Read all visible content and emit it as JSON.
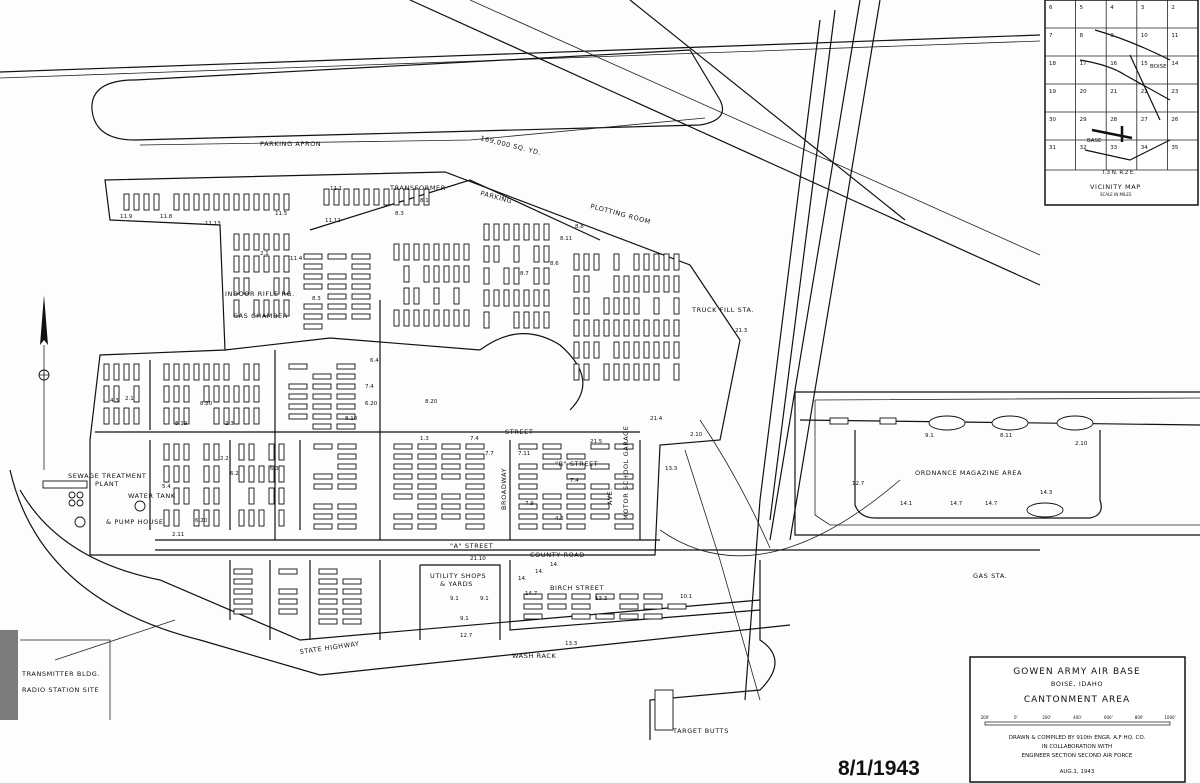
{
  "labels": {
    "parking_apron": "PARKING APRON",
    "apron_area": "169,000 SQ. YD.",
    "transformer": "TRANSFORMER",
    "parking": "PARKING",
    "plotting_room": "PLOTTING ROOM",
    "indoor_rifle": "INDOOR RIFLE RG.",
    "gas_chamber": "GAS CHAMBER",
    "truck_fill": "TRUCK FILL STA.",
    "sewage": "SEWAGE TREATMENT",
    "plant": "PLANT",
    "water_tank": "WATER TANK",
    "pump_house": "& PUMP HOUSE",
    "transmitter": "TRANSMITTER BLDG.",
    "radio_station": "RADIO STATION SITE",
    "state_highway": "STATE HIGHWAY",
    "county_road": "COUNTY ROAD",
    "a_street": "\"A\" STREET",
    "b_street": "\"B\" STREET",
    "street": "STREET",
    "birch_street": "BIRCH STREET",
    "utility_shops": "UTILITY SHOPS",
    "yards": "& YARDS",
    "motor_school": "MOTOR SCHOOL GARAGE",
    "ordnance": "ORDNANCE MAGAZINE AREA",
    "gas_sta": "GAS STA.",
    "target_butts": "TARGET BUTTS",
    "wash_rack": "WASH RACK",
    "broadway": "BROADWAY",
    "birch_ave": "AVE."
  },
  "building_numbers": [
    "11.9",
    "11.8",
    "11.13",
    "11.5",
    "11.12",
    "11.1",
    "8.3",
    "8.1",
    "8.8",
    "8.11",
    "8.6",
    "8.7",
    "2.1",
    "11.4",
    "8.3",
    "6.4",
    "7.4",
    "6.20",
    "8.10",
    "8.20",
    "1.3",
    "7.4",
    "7.7",
    "7.11",
    "7.9",
    "4.2",
    "4.3",
    "2.1",
    "8.19",
    "8.20",
    "2.3",
    "2.2",
    "6.2",
    "6.3",
    "5.4",
    "2.11",
    "6.20",
    "7.4",
    "13.3",
    "9.1",
    "8.11",
    "2.10",
    "12.7",
    "14.1",
    "14.7",
    "14.7",
    "14.3",
    "14.",
    "14.",
    "14.",
    "14.7",
    "13.3",
    "10.1",
    "13.3",
    "9.1",
    "9.1",
    "9.1",
    "12.7",
    "21.10",
    "21.3",
    "21.4",
    "21.5",
    "2.10"
  ],
  "title_block": {
    "line1": "GOWEN ARMY AIR BASE",
    "line2": "BOISE, IDAHO",
    "line3": "CANTONMENT AREA",
    "scale_ticks": [
      "200'",
      "0'",
      "200'",
      "400'",
      "600'",
      "800'",
      "1000'"
    ],
    "credit1": "DRAWN & COMPILED BY 910th ENGR. A.F HQ. CO.",
    "credit2": "IN COLLABORATION WITH",
    "credit3": "ENGINEER SECTION SECOND AIR FORCE",
    "date": "AUG.1, 1943"
  },
  "vicinity_map": {
    "title": "VICINITY MAP",
    "scale": "SCALE IN MILES",
    "town": "BOISE",
    "base": "BASE",
    "township": "T.3 N. R.2 E.",
    "sections": [
      "6",
      "5",
      "4",
      "3",
      "2",
      "7",
      "8",
      "9",
      "10",
      "11",
      "18",
      "17",
      "16",
      "15",
      "14",
      "19",
      "20",
      "21",
      "22",
      "23",
      "30",
      "29",
      "28",
      "27",
      "26",
      "31",
      "32",
      "33",
      "34",
      "35"
    ]
  },
  "stamp_date": "8/1/1943",
  "colors": {
    "ink": "#111111",
    "paper": "#fdfdfd"
  }
}
